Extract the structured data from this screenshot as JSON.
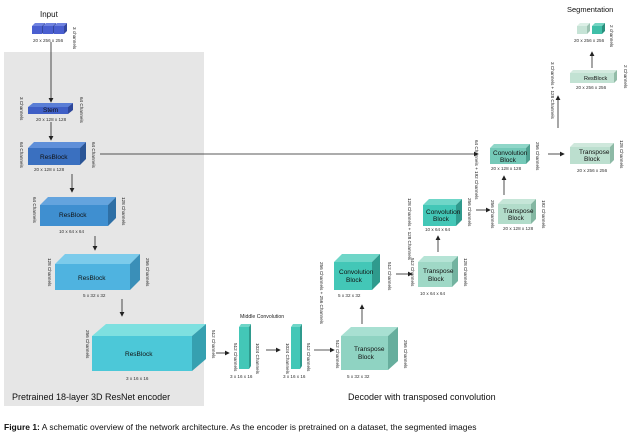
{
  "labels": {
    "input": "Input",
    "segmentation": "Segmentation",
    "middle_convolution": "Middle Convolution",
    "encoder_caption": "Pretrained 18-layer 3D ResNet encoder",
    "decoder_caption": "Decoder with transposed convolution"
  },
  "input_block": {
    "dims": "20 x 256 x 256",
    "channels": "3 channels"
  },
  "output_block": {
    "dims": "20 x 256 x 256",
    "channels": "2 channels"
  },
  "encoder": {
    "stem": {
      "label": "Stem",
      "in_ch": "3 Channels",
      "out_ch": "64 Channels",
      "dims": "20 x 128 x 128"
    },
    "res1": {
      "label": "ResBlock",
      "in_ch": "64 Channels",
      "out_ch": "64 Channels",
      "dims": "20 x 128 x 128"
    },
    "res2": {
      "label": "ResBlock",
      "in_ch": "64 Channels",
      "out_ch": "128 Channels",
      "dims": "10 x 64 x 64"
    },
    "res3": {
      "label": "ResBlock",
      "in_ch": "128 Channels",
      "out_ch": "256 Channels",
      "dims": "5 x 32 x 32"
    },
    "res4": {
      "label": "ResBlock",
      "in_ch": "256 Channels",
      "out_ch": "512 Channels",
      "dims": "3 x 16 x 16"
    }
  },
  "middle": {
    "c1": {
      "in_ch": "512 Channels",
      "out_ch": "1024 Channels",
      "dims": "3 x 16 x 16"
    },
    "c2": {
      "in_ch": "1024 Channels",
      "out_ch": "512 Channels",
      "dims": "3 x 16 x 16"
    }
  },
  "decoder": {
    "t1": {
      "label": "Transpose Block",
      "in_ch": "512 Channels",
      "out_ch": "256 Channels",
      "dims": "5 x 32 x 32"
    },
    "conv1": {
      "label": "Convolution Block",
      "in_ch": "256 Channels + 256 Channels",
      "out_ch": "512 Channels",
      "dims": "5 x 32 x 32"
    },
    "t2": {
      "label": "Transpose Block",
      "in_ch": "512 Channels",
      "out_ch": "128 Channels",
      "dims": "10 x 64 x 64"
    },
    "conv2": {
      "label": "Convolution Block",
      "in_ch": "128 Channels + 128 Channels",
      "out_ch": "256 Channels",
      "dims": "10 x 64 x 64"
    },
    "t3": {
      "label": "Transpose Block",
      "in_ch": "256 Channels",
      "out_ch": "192 Channels",
      "dims": "20 x 128 x 128"
    },
    "conv3": {
      "label": "Convolution Block",
      "in_ch": "64 Channels + 192 Channels",
      "out_ch": "256 Channels",
      "dims": "20 x 128 x 128"
    },
    "t4": {
      "label": "Transpose Block",
      "in_ch": "256 Channels",
      "out_ch": "128 Channels",
      "dims": "20 x 256 x 256"
    },
    "res": {
      "label": "ResBlock",
      "in_ch": "3 Channels + 128 Channels",
      "out_ch": "2 Channels",
      "dims": "20 x 256 x 256"
    }
  },
  "caption": {
    "lead": "Figure 1:",
    "text": " A schematic overview of the network architecture. As the encoder is pretrained on a dataset, the segmented images"
  },
  "colors": {
    "encoder_bg": "#e5e5e5",
    "input_blue": "#4a5fd0",
    "encoder_dark": "#2f73b9",
    "encoder_mid": "#3b9ad8",
    "encoder_light": "#56b6e0",
    "decoder_teal": "#43c7b7",
    "decoder_light": "#9ed9c8",
    "decoder_pale": "#c2e2d3"
  }
}
